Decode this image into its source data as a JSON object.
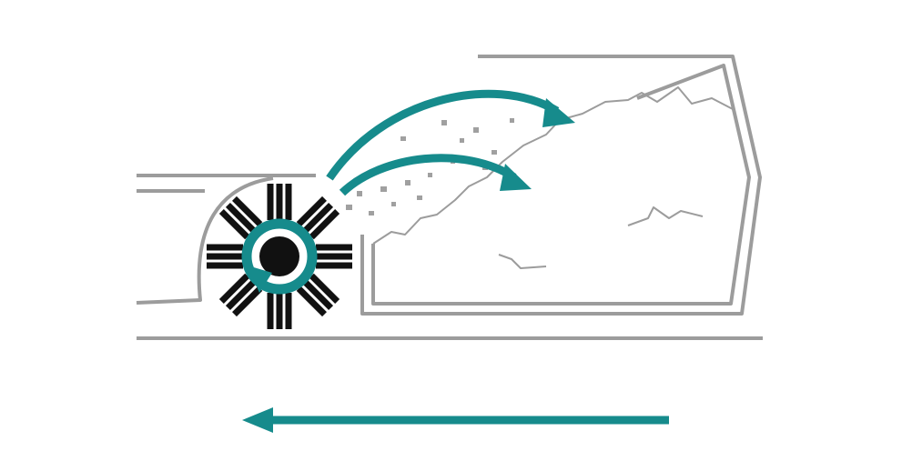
{
  "colors": {
    "accent": "#168b8c",
    "outline": "#9c9c9c",
    "bristle": "#111111",
    "debris": "#a0a0a0"
  },
  "elements": {
    "brush": {
      "icon": "rotating-brush",
      "rotation": "counter-clockwise"
    },
    "throw_arrows": 2,
    "direction_arrow": "left"
  }
}
